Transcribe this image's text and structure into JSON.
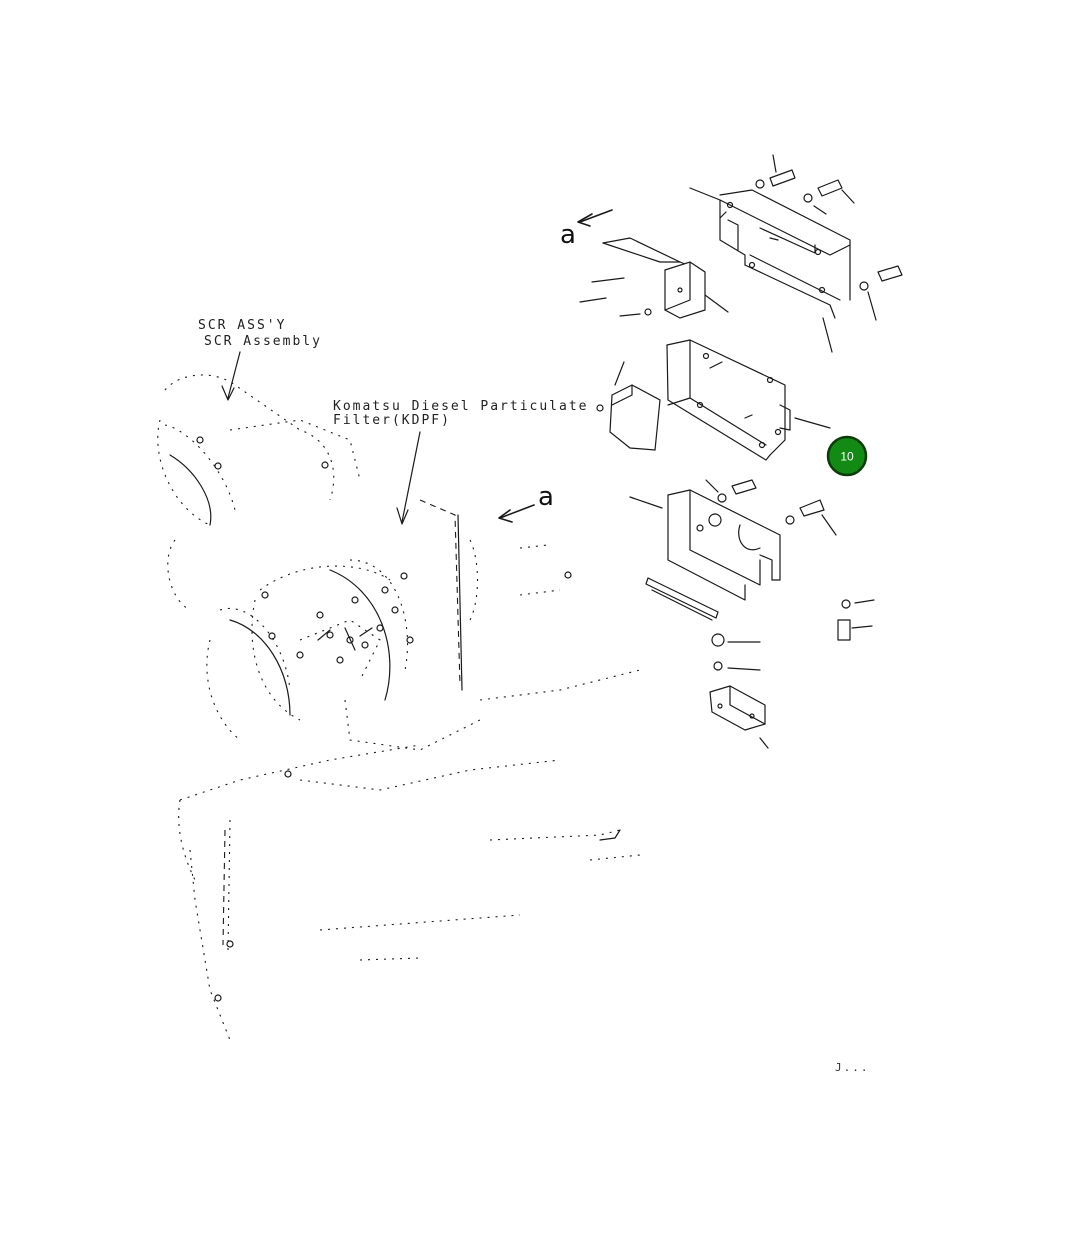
{
  "labels": {
    "scr_line1": "SCR ASS'Y",
    "scr_line2": "SCR Assembly",
    "dpf_line1": "Komatsu Diesel Particulate",
    "dpf_line2": "Filter(KDPF)",
    "view_a_upper": "a",
    "view_a_lower": "a",
    "drawing_code": "J..."
  },
  "callouts": [
    {
      "number": "10",
      "color": "#138a13"
    }
  ]
}
